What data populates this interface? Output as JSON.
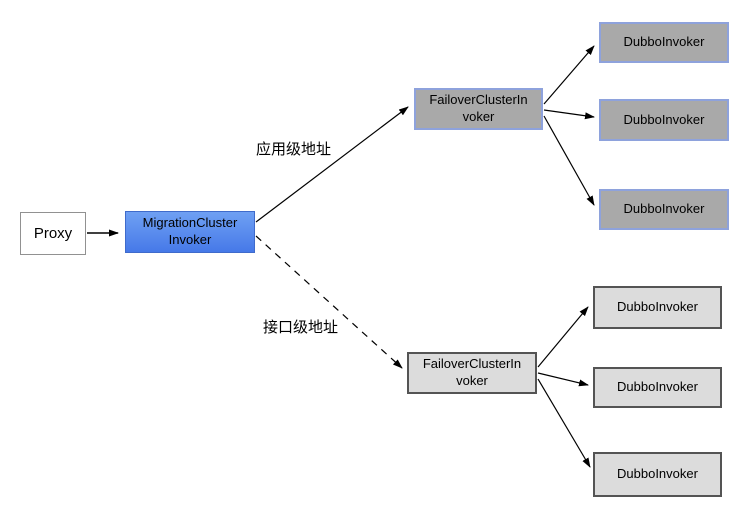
{
  "nodes": {
    "proxy": {
      "label": "Proxy"
    },
    "migration": {
      "label": "MigrationCluster\nInvoker"
    },
    "failover_app": {
      "label": "FailoverClusterIn\nvoker"
    },
    "failover_interface": {
      "label": "FailoverClusterIn\nvoker"
    },
    "dubbo_app_1": {
      "label": "DubboInvoker"
    },
    "dubbo_app_2": {
      "label": "DubboInvoker"
    },
    "dubbo_app_3": {
      "label": "DubboInvoker"
    },
    "dubbo_interface_1": {
      "label": "DubboInvoker"
    },
    "dubbo_interface_2": {
      "label": "DubboInvoker"
    },
    "dubbo_interface_3": {
      "label": "DubboInvoker"
    }
  },
  "edge_labels": {
    "app_level": "应用级地址",
    "interface_level": "接口级地址"
  },
  "colors": {
    "migration_gradient_top": "#6FA0F3",
    "migration_gradient_bottom": "#4679E8",
    "app_group_fill": "#A9A9A9",
    "app_group_border": "#8EA2DC",
    "interface_group_fill": "#DCDCDC",
    "interface_group_border": "#545454",
    "proxy_fill": "#FFFFFF",
    "proxy_border": "#919191",
    "edge_color": "#000000"
  }
}
